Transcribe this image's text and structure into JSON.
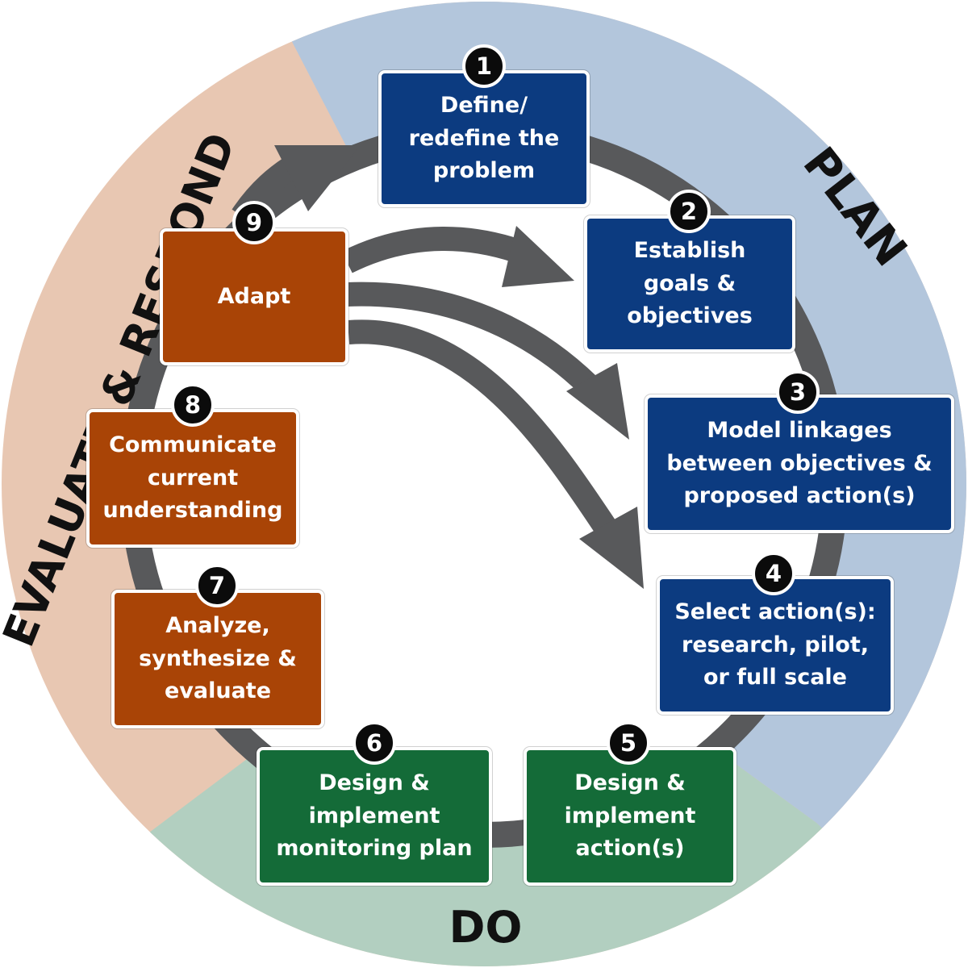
{
  "phases": {
    "plan": "PLAN",
    "do": "DO",
    "evaluate": "EVALUATE & RESPOND"
  },
  "steps": [
    {
      "num": "1",
      "text": "Define/\nredefine the\nproblem",
      "phase": "plan"
    },
    {
      "num": "2",
      "text": "Establish\ngoals &\nobjectives",
      "phase": "plan"
    },
    {
      "num": "3",
      "text": "Model linkages\nbetween objectives &\nproposed action(s)",
      "phase": "plan"
    },
    {
      "num": "4",
      "text": "Select action(s):\nresearch, pilot,\nor full scale",
      "phase": "plan"
    },
    {
      "num": "5",
      "text": "Design &\nimplement\naction(s)",
      "phase": "do"
    },
    {
      "num": "6",
      "text": "Design &\nimplement\nmonitoring plan",
      "phase": "do"
    },
    {
      "num": "7",
      "text": "Analyze,\nsynthesize &\nevaluate",
      "phase": "evaluate"
    },
    {
      "num": "8",
      "text": "Communicate\ncurrent\nunderstanding",
      "phase": "evaluate"
    },
    {
      "num": "9",
      "text": "Adapt",
      "phase": "evaluate"
    }
  ],
  "colors": {
    "plan_sector": "#b3c6dc",
    "do_sector": "#b2cfc0",
    "evaluate_sector": "#e8c7b2",
    "plan_box": "#0c3b80",
    "do_box": "#146b38",
    "evaluate_box": "#a94406",
    "ring": "#58595b",
    "arrow": "#58595b",
    "badge": "#0b0b0b"
  }
}
